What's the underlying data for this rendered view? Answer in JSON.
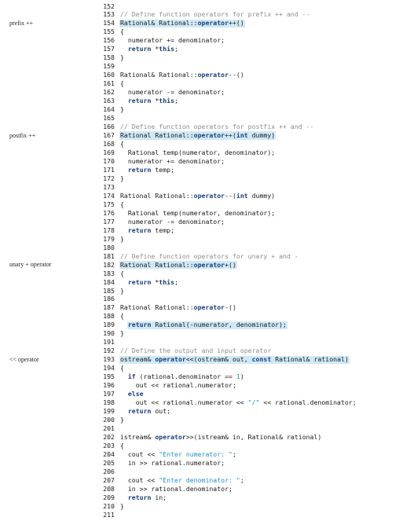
{
  "margin_notes": [
    {
      "label": "prefix ++",
      "line": 154
    },
    {
      "label": "postfix ++",
      "line": 167
    },
    {
      "label": "unary + operator",
      "line": 182
    },
    {
      "label": "<< operator",
      "line": 193
    }
  ],
  "lines": [
    {
      "n": "152",
      "parts": []
    },
    {
      "n": "153",
      "parts": [
        {
          "t": "// Define function operators for prefix ++ and --",
          "c": "cm"
        }
      ]
    },
    {
      "n": "154",
      "hl": true,
      "parts": [
        {
          "t": "Rational& Rational::",
          "c": "pl"
        },
        {
          "t": "operator",
          "c": "kw"
        },
        {
          "t": "++()",
          "c": "pl"
        }
      ]
    },
    {
      "n": "155",
      "parts": [
        {
          "t": "{",
          "c": "pl"
        }
      ]
    },
    {
      "n": "156",
      "parts": [
        {
          "t": "  numerator += denominator;",
          "c": "pl"
        }
      ]
    },
    {
      "n": "157",
      "parts": [
        {
          "t": "  ",
          "c": "pl"
        },
        {
          "t": "return",
          "c": "kw"
        },
        {
          "t": " *",
          "c": "pl"
        },
        {
          "t": "this",
          "c": "kw"
        },
        {
          "t": ";",
          "c": "pl"
        }
      ]
    },
    {
      "n": "158",
      "parts": [
        {
          "t": "}",
          "c": "pl"
        }
      ]
    },
    {
      "n": "159",
      "parts": []
    },
    {
      "n": "160",
      "parts": [
        {
          "t": "Rational& Rational::",
          "c": "pl"
        },
        {
          "t": "operator",
          "c": "kw"
        },
        {
          "t": "--()",
          "c": "pl"
        }
      ]
    },
    {
      "n": "161",
      "parts": [
        {
          "t": "{",
          "c": "pl"
        }
      ]
    },
    {
      "n": "162",
      "parts": [
        {
          "t": "  numerator -= denominator;",
          "c": "pl"
        }
      ]
    },
    {
      "n": "163",
      "parts": [
        {
          "t": "  ",
          "c": "pl"
        },
        {
          "t": "return",
          "c": "kw"
        },
        {
          "t": " *",
          "c": "pl"
        },
        {
          "t": "this",
          "c": "kw"
        },
        {
          "t": ";",
          "c": "pl"
        }
      ]
    },
    {
      "n": "164",
      "parts": [
        {
          "t": "}",
          "c": "pl"
        }
      ]
    },
    {
      "n": "165",
      "parts": []
    },
    {
      "n": "166",
      "parts": [
        {
          "t": "// Define function operators for postfix ++ and --",
          "c": "cm"
        }
      ]
    },
    {
      "n": "167",
      "hl": true,
      "parts": [
        {
          "t": "Rational Rational::",
          "c": "pl"
        },
        {
          "t": "operator",
          "c": "kw"
        },
        {
          "t": "++(",
          "c": "pl"
        },
        {
          "t": "int",
          "c": "kw"
        },
        {
          "t": " dummy)",
          "c": "pl"
        }
      ]
    },
    {
      "n": "168",
      "parts": [
        {
          "t": "{",
          "c": "pl"
        }
      ]
    },
    {
      "n": "169",
      "parts": [
        {
          "t": "  Rational temp(numerator, denominator);",
          "c": "pl"
        }
      ]
    },
    {
      "n": "170",
      "parts": [
        {
          "t": "  numerator += denominator;",
          "c": "pl"
        }
      ]
    },
    {
      "n": "171",
      "parts": [
        {
          "t": "  ",
          "c": "pl"
        },
        {
          "t": "return",
          "c": "kw"
        },
        {
          "t": " temp;",
          "c": "pl"
        }
      ]
    },
    {
      "n": "172",
      "parts": [
        {
          "t": "}",
          "c": "pl"
        }
      ]
    },
    {
      "n": "173",
      "parts": []
    },
    {
      "n": "174",
      "parts": [
        {
          "t": "Rational Rational::",
          "c": "pl"
        },
        {
          "t": "operator",
          "c": "kw"
        },
        {
          "t": "--(",
          "c": "pl"
        },
        {
          "t": "int",
          "c": "kw"
        },
        {
          "t": " dummy)",
          "c": "pl"
        }
      ]
    },
    {
      "n": "175",
      "parts": [
        {
          "t": "{",
          "c": "pl"
        }
      ]
    },
    {
      "n": "176",
      "parts": [
        {
          "t": "  Rational temp(numerator, denominator);",
          "c": "pl"
        }
      ]
    },
    {
      "n": "177",
      "parts": [
        {
          "t": "  numerator -= denominator;",
          "c": "pl"
        }
      ]
    },
    {
      "n": "178",
      "parts": [
        {
          "t": "  ",
          "c": "pl"
        },
        {
          "t": "return",
          "c": "kw"
        },
        {
          "t": " temp;",
          "c": "pl"
        }
      ]
    },
    {
      "n": "179",
      "parts": [
        {
          "t": "}",
          "c": "pl"
        }
      ]
    },
    {
      "n": "180",
      "parts": []
    },
    {
      "n": "181",
      "parts": [
        {
          "t": "// Define function operators for unary + and -",
          "c": "cm"
        }
      ]
    },
    {
      "n": "182",
      "hl": true,
      "parts": [
        {
          "t": "Rational Rational::",
          "c": "pl"
        },
        {
          "t": "operator",
          "c": "kw"
        },
        {
          "t": "+()",
          "c": "pl"
        }
      ]
    },
    {
      "n": "183",
      "parts": [
        {
          "t": "{",
          "c": "pl"
        }
      ]
    },
    {
      "n": "184",
      "parts": [
        {
          "t": "  ",
          "c": "pl"
        },
        {
          "t": "return",
          "c": "kw"
        },
        {
          "t": " *",
          "c": "pl"
        },
        {
          "t": "this",
          "c": "kw"
        },
        {
          "t": ";",
          "c": "pl"
        }
      ]
    },
    {
      "n": "185",
      "parts": [
        {
          "t": "}",
          "c": "pl"
        }
      ]
    },
    {
      "n": "186",
      "parts": []
    },
    {
      "n": "187",
      "parts": [
        {
          "t": "Rational Rational::",
          "c": "pl"
        },
        {
          "t": "operator",
          "c": "kw"
        },
        {
          "t": "-()",
          "c": "pl"
        }
      ]
    },
    {
      "n": "188",
      "parts": [
        {
          "t": "{",
          "c": "pl"
        }
      ]
    },
    {
      "n": "189",
      "hl": true,
      "hl_indent": 2,
      "parts": [
        {
          "t": "  ",
          "c": "pl"
        },
        {
          "t": "return",
          "c": "kw"
        },
        {
          "t": " Rational(-numerator, denominator);",
          "c": "pl"
        }
      ]
    },
    {
      "n": "190",
      "parts": [
        {
          "t": "}",
          "c": "pl"
        }
      ]
    },
    {
      "n": "191",
      "parts": []
    },
    {
      "n": "192",
      "parts": [
        {
          "t": "// Define the output and input operator",
          "c": "cm"
        }
      ]
    },
    {
      "n": "193",
      "hl": true,
      "parts": [
        {
          "t": "ostream& ",
          "c": "pl"
        },
        {
          "t": "operator",
          "c": "kw"
        },
        {
          "t": "<<(ostream& out, ",
          "c": "pl"
        },
        {
          "t": "const",
          "c": "kw"
        },
        {
          "t": " Rational& rational)",
          "c": "pl"
        }
      ]
    },
    {
      "n": "194",
      "parts": [
        {
          "t": "{",
          "c": "pl"
        }
      ]
    },
    {
      "n": "195",
      "parts": [
        {
          "t": "  ",
          "c": "pl"
        },
        {
          "t": "if",
          "c": "kw"
        },
        {
          "t": " (rational.denominator == ",
          "c": "pl"
        },
        {
          "t": "1",
          "c": "st"
        },
        {
          "t": ")",
          "c": "pl"
        }
      ]
    },
    {
      "n": "196",
      "parts": [
        {
          "t": "    out << rational.numerator;",
          "c": "pl"
        }
      ]
    },
    {
      "n": "197",
      "parts": [
        {
          "t": "  ",
          "c": "pl"
        },
        {
          "t": "else",
          "c": "kw"
        }
      ]
    },
    {
      "n": "198",
      "parts": [
        {
          "t": "    out << rational.numerator << ",
          "c": "pl"
        },
        {
          "t": "\"/\"",
          "c": "st"
        },
        {
          "t": " << rational.denominator;",
          "c": "pl"
        }
      ]
    },
    {
      "n": "199",
      "parts": [
        {
          "t": "  ",
          "c": "pl"
        },
        {
          "t": "return",
          "c": "kw"
        },
        {
          "t": " out;",
          "c": "pl"
        }
      ]
    },
    {
      "n": "200",
      "parts": [
        {
          "t": "}",
          "c": "pl"
        }
      ]
    },
    {
      "n": "201",
      "parts": []
    },
    {
      "n": "202",
      "parts": [
        {
          "t": "istream& ",
          "c": "pl"
        },
        {
          "t": "operator",
          "c": "kw"
        },
        {
          "t": ">>(istream& in, Rational& rational)",
          "c": "pl"
        }
      ]
    },
    {
      "n": "203",
      "parts": [
        {
          "t": "{",
          "c": "pl"
        }
      ]
    },
    {
      "n": "204",
      "parts": [
        {
          "t": "  cout << ",
          "c": "pl"
        },
        {
          "t": "\"Enter numerator: \"",
          "c": "st"
        },
        {
          "t": ";",
          "c": "pl"
        }
      ]
    },
    {
      "n": "205",
      "parts": [
        {
          "t": "  in >> rational.numerator;",
          "c": "pl"
        }
      ]
    },
    {
      "n": "206",
      "parts": []
    },
    {
      "n": "207",
      "parts": [
        {
          "t": "  cout << ",
          "c": "pl"
        },
        {
          "t": "\"Enter denominator: \"",
          "c": "st"
        },
        {
          "t": ";",
          "c": "pl"
        }
      ]
    },
    {
      "n": "208",
      "parts": [
        {
          "t": "  in >> rational.denominator;",
          "c": "pl"
        }
      ]
    },
    {
      "n": "209",
      "parts": [
        {
          "t": "  ",
          "c": "pl"
        },
        {
          "t": "return",
          "c": "kw"
        },
        {
          "t": " in;",
          "c": "pl"
        }
      ]
    },
    {
      "n": "210",
      "parts": [
        {
          "t": "}",
          "c": "pl"
        }
      ]
    },
    {
      "n": "211",
      "parts": []
    }
  ]
}
